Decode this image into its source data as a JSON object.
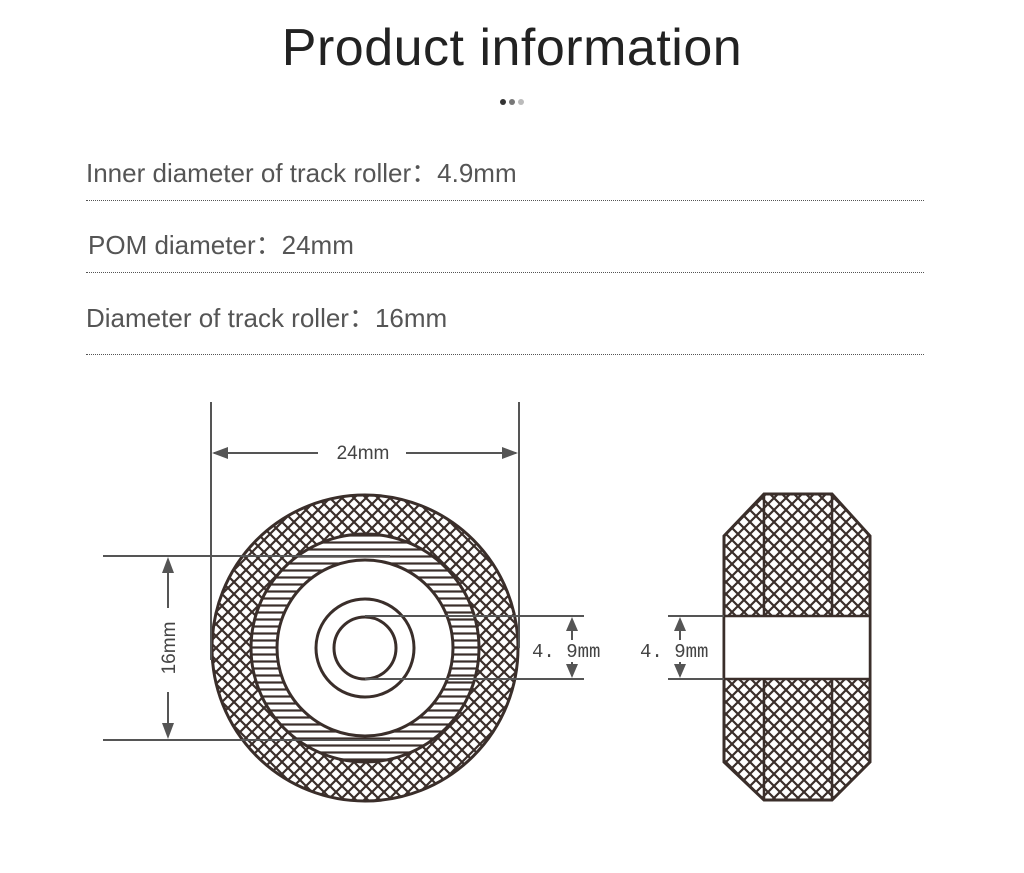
{
  "header": {
    "title": "Product information",
    "dots": [
      "#333333",
      "#777777",
      "#bbbbbb"
    ]
  },
  "specs": [
    {
      "label": "Inner diameter of track roller：",
      "value": "4.9mm"
    },
    {
      "label": "POM diameter：",
      "value": "24mm"
    },
    {
      "label": "Diameter of track roller：",
      "value": "16mm"
    }
  ],
  "diagram": {
    "outer_diameter_label": "24mm",
    "track_diameter_label": "16mm",
    "inner_diameter_label_front": "4. 9mm",
    "inner_diameter_label_side": "4. 9mm"
  },
  "colors": {
    "line": "#555555",
    "dark": "#3a2e2a",
    "text": "#555555"
  }
}
